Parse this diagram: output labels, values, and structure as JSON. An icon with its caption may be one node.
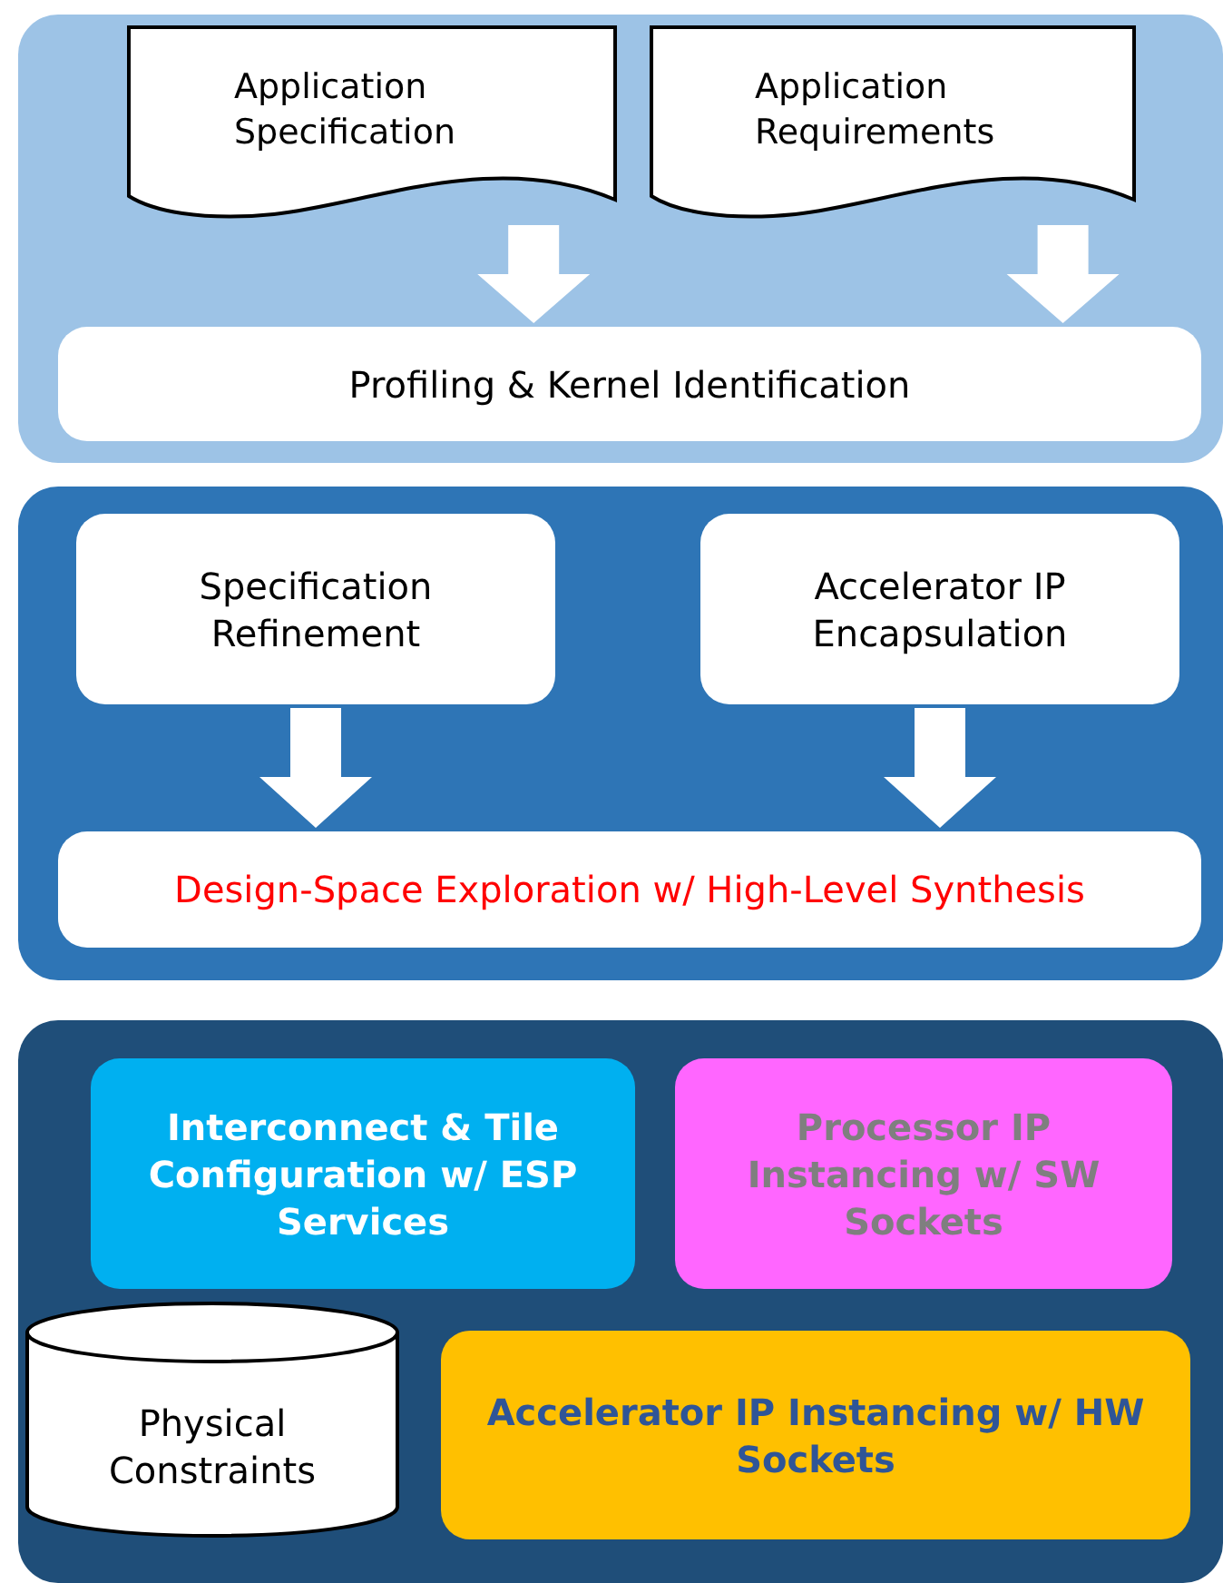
{
  "diagram": {
    "nodes": [
      {
        "text": [],
        "shape": "box"
      },
      {
        "text": [
          "Application Specification"
        ],
        "in": 0
      },
      {
        "text": [
          "Application Requirements"
        ],
        "in": 0
      },
      {
        "text": [
          "Profiling & Kernel Identification"
        ],
        "in": 0
      },
      {
        "text": [],
        "shape": "box"
      },
      {
        "text": [
          "Specification Refinement"
        ],
        "in": 4
      },
      {
        "text": [
          "Accelerator IP Encapsulation"
        ],
        "in": 4
      },
      {
        "text": [
          "Design-Space Exploration w/ High-Level Synthesis"
        ],
        "in": 4
      },
      {
        "text": [],
        "shape": "box"
      },
      {
        "text": [
          "Interconnect & Tile Configuration w/ ESP Services"
        ],
        "in": 8
      },
      {
        "text": [
          "Processor IP Instancing w/ SW Sockets"
        ],
        "in": 8
      },
      {
        "text": [
          "Physical Constraints"
        ],
        "in": 8
      },
      {
        "text": [
          "Accelerator IP Instancing w/ HW Sockets"
        ],
        "in": 8
      }
    ],
    "edges": [
      {
        "from": 1,
        "to": 3,
        "arrow": "to",
        "style": "thick"
      },
      {
        "from": 2,
        "to": 3,
        "arrow": "to",
        "style": "thick"
      },
      {
        "from": 5,
        "to": 7,
        "arrow": "to",
        "style": "thick"
      },
      {
        "from": 6,
        "to": 7,
        "arrow": "to",
        "style": "thick"
      }
    ]
  }
}
